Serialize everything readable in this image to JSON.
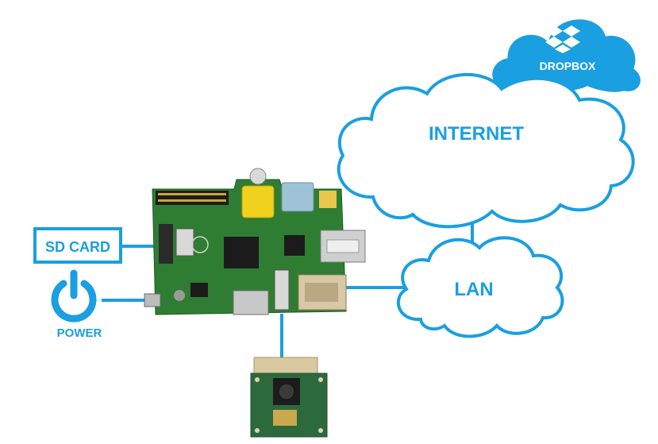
{
  "labels": {
    "dropbox": "DROPBOX",
    "internet": "INTERNET",
    "lan": "LAN",
    "sd_card": "SD CARD",
    "power": "POWER"
  },
  "colors": {
    "accent": "#1a9fe0",
    "cloud_fill": "#ffffff",
    "dropbox_fill": "#1a9fe0",
    "pcb_green": "#2f7d32",
    "camera_green": "#2c6a3e"
  },
  "icons": {
    "power": "power-icon",
    "dropbox_logo": "dropbox-logo-icon",
    "board": "raspberry-pi-board",
    "camera": "camera-module"
  }
}
